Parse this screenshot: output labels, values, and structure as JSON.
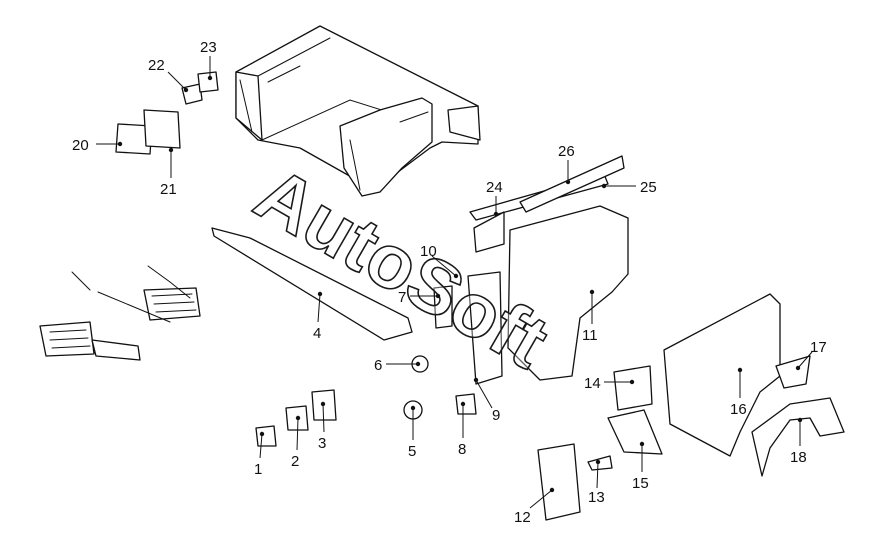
{
  "watermark": "AutoSoft",
  "callouts": [
    {
      "id": "1",
      "label": "1"
    },
    {
      "id": "2",
      "label": "2"
    },
    {
      "id": "3",
      "label": "3"
    },
    {
      "id": "4",
      "label": "4"
    },
    {
      "id": "5",
      "label": "5"
    },
    {
      "id": "6",
      "label": "6"
    },
    {
      "id": "7",
      "label": "7"
    },
    {
      "id": "8",
      "label": "8"
    },
    {
      "id": "9",
      "label": "9"
    },
    {
      "id": "10",
      "label": "10"
    },
    {
      "id": "11",
      "label": "11"
    },
    {
      "id": "12",
      "label": "12"
    },
    {
      "id": "13",
      "label": "13"
    },
    {
      "id": "14",
      "label": "14"
    },
    {
      "id": "15",
      "label": "15"
    },
    {
      "id": "16",
      "label": "16"
    },
    {
      "id": "17",
      "label": "17"
    },
    {
      "id": "18",
      "label": "18"
    },
    {
      "id": "20",
      "label": "20"
    },
    {
      "id": "21",
      "label": "21"
    },
    {
      "id": "22",
      "label": "22"
    },
    {
      "id": "23",
      "label": "23"
    },
    {
      "id": "24",
      "label": "24"
    },
    {
      "id": "25",
      "label": "25"
    },
    {
      "id": "26",
      "label": "26"
    }
  ]
}
